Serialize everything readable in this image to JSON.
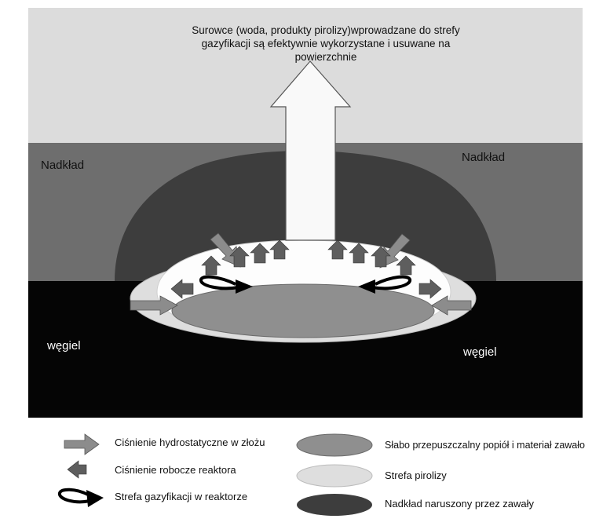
{
  "caption": "Surowce (woda, produkty pirolizy)wprowadzane do strefy gazyfikacji są efektywnie wykorzystane i usuwane na powierzchnie",
  "labels": {
    "overburden_left": "Nadkład",
    "overburden_right": "Nadkład",
    "coal_left": "węgiel",
    "coal_right": "węgiel"
  },
  "legend": {
    "hydrostatic": "Ciśnienie hydrostatyczne w złożu",
    "reactor_pressure": "Ciśnienie robocze reaktora",
    "gasification_zone": "Strefa gazyfikacji w reaktorze",
    "ash": "Słabo przepuszczalny popiół i materiał zawało",
    "pyrolysis_zone": "Strefa pirolizy",
    "disturbed_overburden": "Nadkład naruszony przez zawały"
  },
  "colors": {
    "sky": "#dcdcdc",
    "overburden": "#6e6e6e",
    "disturbed_overburden": "#3d3d3d",
    "coal": "#050505",
    "pyrolysis": "#dedede",
    "gasification": "#fdfdfd",
    "ash": "#8f8f8f",
    "hydrostatic_arrow": "#8c8c8c",
    "reactor_arrow": "#5e5e5e"
  }
}
